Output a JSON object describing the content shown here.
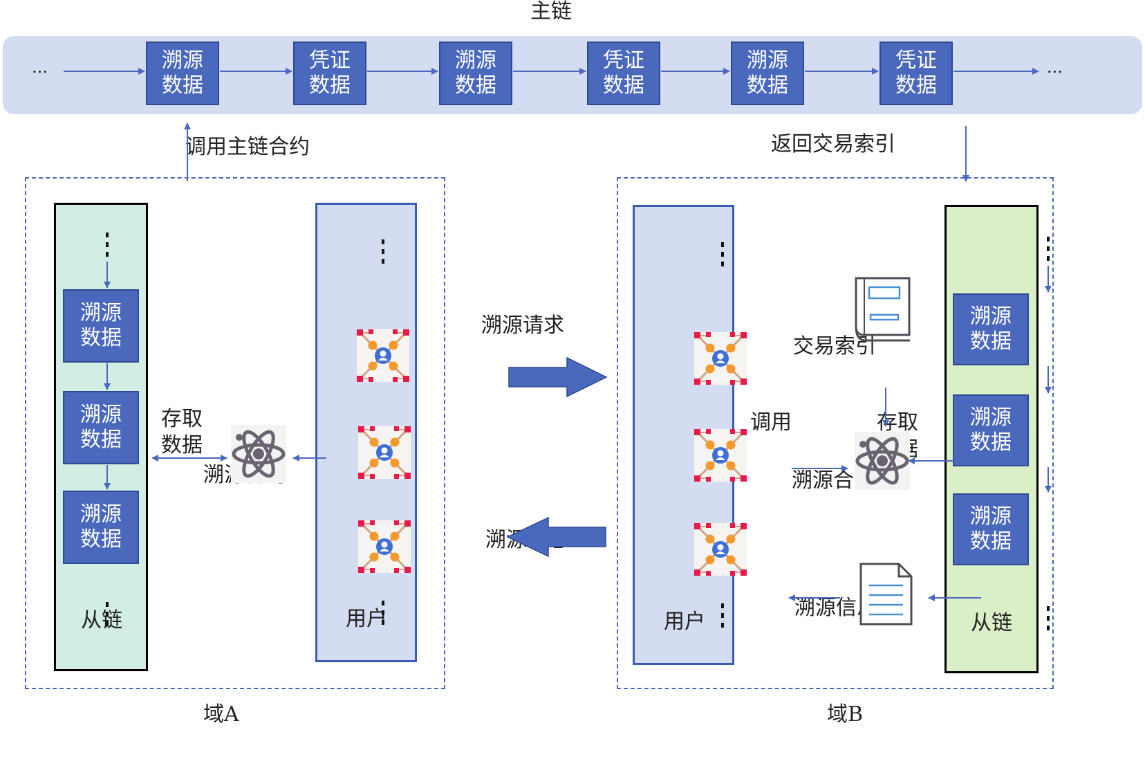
{
  "main_chain": {
    "title": "主链",
    "ellipsis_left": "...",
    "ellipsis_right": "...",
    "blocks": [
      {
        "line1": "溯源",
        "line2": "数据"
      },
      {
        "line1": "凭证",
        "line2": "数据"
      },
      {
        "line1": "溯源",
        "line2": "数据"
      },
      {
        "line1": "凭证",
        "line2": "数据"
      },
      {
        "line1": "溯源",
        "line2": "数据"
      },
      {
        "line1": "凭证",
        "line2": "数据"
      }
    ]
  },
  "links": {
    "call_main_contract": "调用主链合约",
    "return_tx_index": "返回交易索引",
    "trace_request": "溯源请求",
    "trace_info": "溯源信息"
  },
  "domain_a": {
    "label": "域A",
    "side_chain": {
      "label": "从链",
      "blocks": [
        {
          "line1": "溯源",
          "line2": "数据"
        },
        {
          "line1": "溯源",
          "line2": "数据"
        },
        {
          "line1": "溯源",
          "line2": "数据"
        }
      ]
    },
    "access": {
      "line1": "存取",
      "line2": "数据"
    },
    "contract_label": "溯源合约",
    "user_label": "用户"
  },
  "domain_b": {
    "label": "域B",
    "side_chain": {
      "label": "从链",
      "blocks": [
        {
          "line1": "溯源",
          "line2": "数据"
        },
        {
          "line1": "溯源",
          "line2": "数据"
        },
        {
          "line1": "溯源",
          "line2": "数据"
        }
      ]
    },
    "access": {
      "line1": "存取",
      "line2": "数据"
    },
    "call_label": "调用",
    "tx_index_label": "交易索引",
    "contract_label": "溯源合约",
    "trace_info_label": "溯源信息",
    "user_label": "用户"
  },
  "colors": {
    "block_fill": "#4a69bd",
    "chain_bar": "#d4dcf2",
    "arrow": "#4a69bd",
    "side_chain_a": "#d2ede4",
    "side_chain_b": "#daefc8"
  },
  "icons": [
    "user-network-icon",
    "atom-contract-icon",
    "book-icon",
    "document-icon"
  ]
}
